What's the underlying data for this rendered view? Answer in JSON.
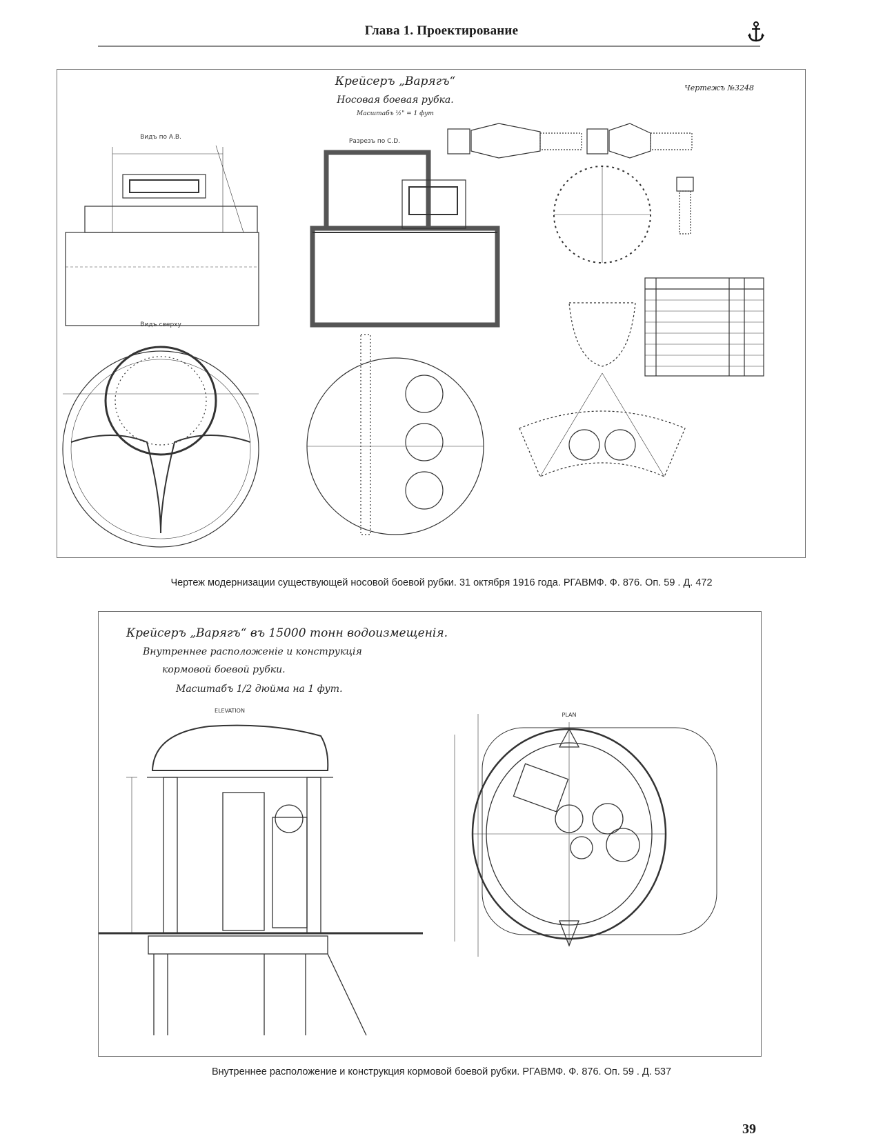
{
  "header": {
    "title": "Глава 1. Проектирование",
    "icon": "anchor-icon"
  },
  "figure1": {
    "title_line1": "Крейсеръ „Варягъ“",
    "title_line2": "Носовая боевая рубка.",
    "scale": "Масштабъ ½\" = 1 фут",
    "drawing_number": "Чертежъ №3248",
    "view_ab": "Видъ по А.В.",
    "section_cd": "Разрезъ по С.D.",
    "plan_label": "Видъ сверху",
    "caption": "Чертеж модернизации существующей носовой боевой рубки. 31 октября 1916 года. РГАВМФ. Ф. 876. Оп. 59 . Д. 472"
  },
  "figure2": {
    "title_line1": "Крейсеръ „Варягъ“ въ 15000 тонн водоизмещенія.",
    "title_line2": "Внутреннее расположеніе и конструкція",
    "title_line3": "кормовой боевой рубки.",
    "title_line4": "Масштабъ 1/2 дюйма на 1 фут.",
    "elevation_label": "ELEVATION",
    "plan_label": "PLAN",
    "caption": "Внутреннее расположение и конструкция кормовой боевой рубки. РГАВМФ. Ф. 876. Оп. 59 . Д. 537"
  },
  "page_number": "39"
}
